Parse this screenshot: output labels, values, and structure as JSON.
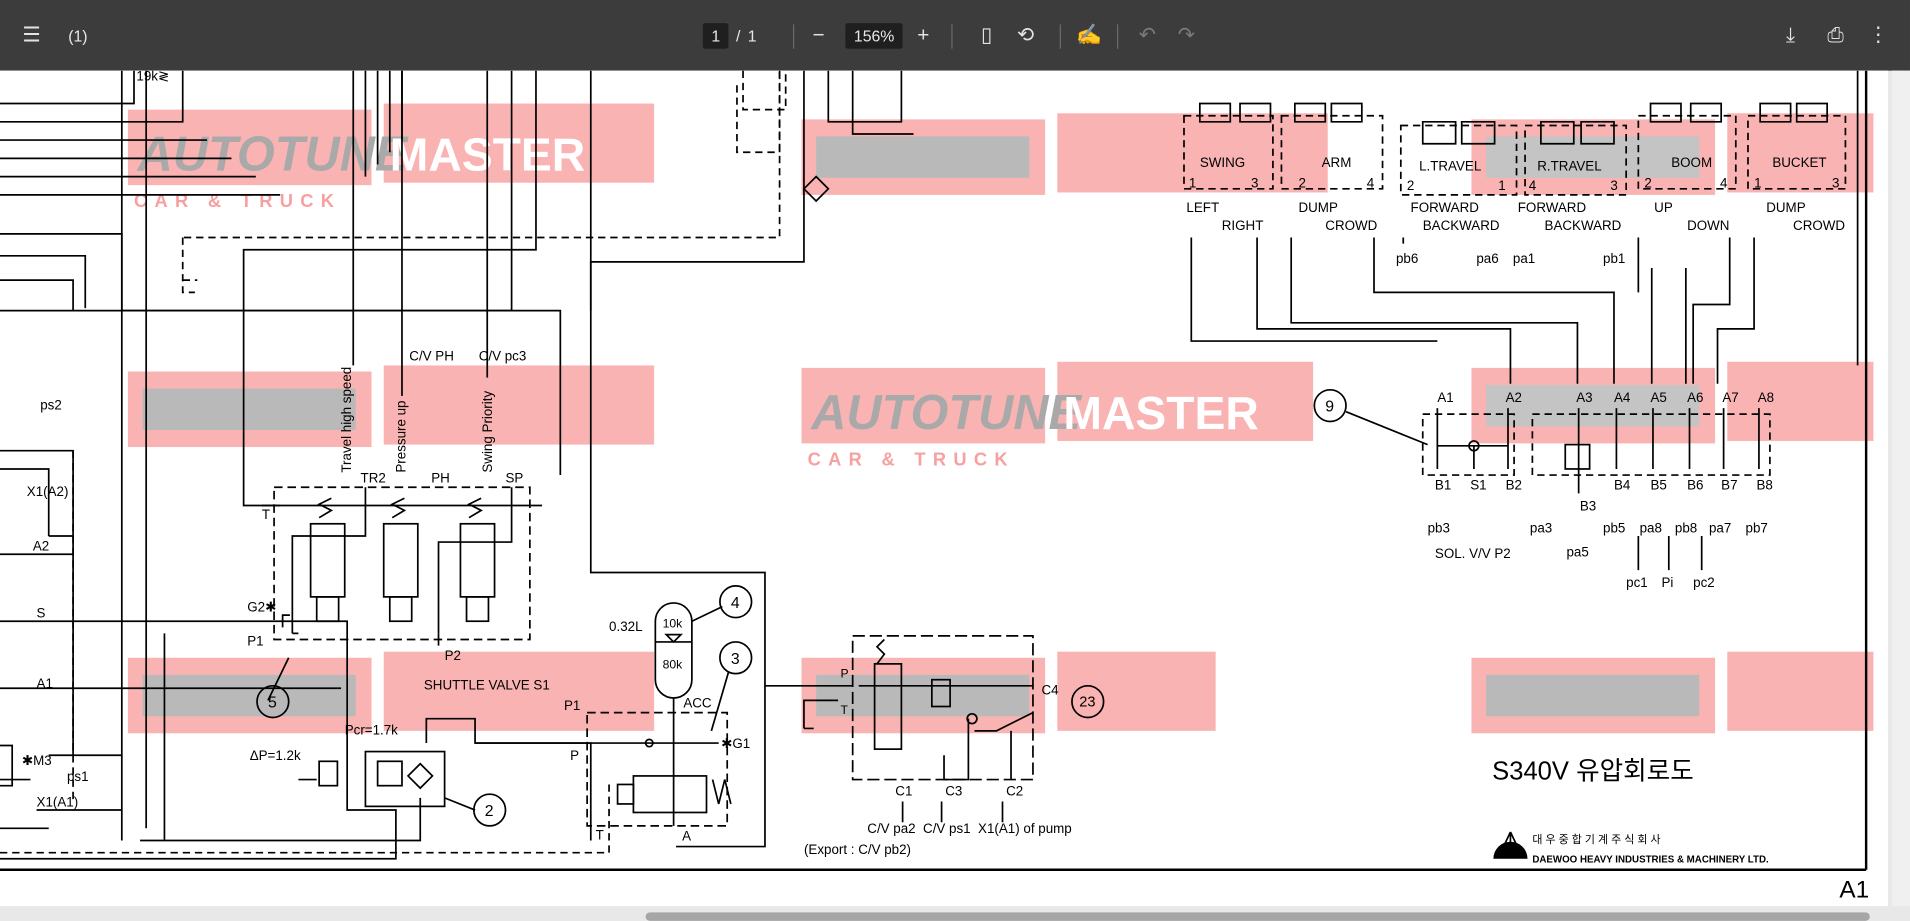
{
  "toolbar": {
    "title": "(1)",
    "page_current": "1",
    "page_sep": "/",
    "page_total": "1",
    "zoom": "156%",
    "icons": [
      "menu-icon",
      "zoom-out-icon",
      "zoom-in-icon",
      "fit-page-icon",
      "rotate-icon",
      "annotate-icon",
      "undo-icon",
      "redo-icon",
      "download-icon",
      "print-icon",
      "more-icon"
    ]
  },
  "watermark": {
    "word1": "AUTOTUNE",
    "word2": "MASTER",
    "sub": "CAR & TRUCK"
  },
  "diagram": {
    "left": {
      "r19k": "19k≷",
      "ps2": "ps2",
      "x1a2": "X1(A2)",
      "a2": "A2",
      "s": "S",
      "a1": "A1",
      "m3": "✱M3",
      "ps1": "ps1",
      "x1a1": "X1(A1)"
    },
    "solenoid": {
      "travel": "Travel high speed",
      "pressure": "Pressure up",
      "swing": "Swing Priority",
      "cvph": "C/V PH",
      "cvpc3": "C/V pc3",
      "tr2": "TR2",
      "ph": "PH",
      "sp": "SP",
      "t": "T",
      "g2": "G2✱",
      "p1": "P1",
      "p2": "P2",
      "shuttle": "SHUTTLE VALVE S1",
      "n5": "5"
    },
    "pump": {
      "pcr": "Pcr=1.7k",
      "dp": "ΔP=1.2k",
      "n2": "2",
      "vol": "0.32L",
      "k10": "10k",
      "k80": "80k",
      "n4": "4",
      "n3": "3",
      "acc": "ACC",
      "p1": "P1",
      "p": "P",
      "g1": "✱G1",
      "t": "T",
      "a": "A"
    },
    "center": {
      "p": "P",
      "t": "T",
      "c4": "C4",
      "n23": "23",
      "c1": "C1",
      "c3": "C3",
      "c2": "C2",
      "dest": "C/V pa2  C/V ps1  X1(A1) of pump",
      "export": "(Export : C/V pb2)"
    },
    "top": {
      "sections": [
        "SWING",
        "ARM",
        "L.TRAVEL",
        "R.TRAVEL",
        "BOOM",
        "BUCKET"
      ],
      "ports": [
        "1",
        "3",
        "2",
        "4",
        "2",
        "1",
        "4",
        "3",
        "2",
        "4",
        "1",
        "3"
      ],
      "dirs": [
        "LEFT",
        "RIGHT",
        "DUMP",
        "CROWD",
        "FORWARD",
        "BACKWARD",
        "FORWARD",
        "BACKWARD",
        "UP",
        "DOWN",
        "DUMP",
        "CROWD"
      ],
      "pilots": [
        "pb6",
        "pa6",
        "pa1",
        "pb1"
      ]
    },
    "block": {
      "n9": "9",
      "a": [
        "A1",
        "A2",
        "A3",
        "A4",
        "A5",
        "A6",
        "A7",
        "A8"
      ],
      "b": [
        "B1",
        "S1",
        "B2",
        "B3",
        "B4",
        "B5",
        "B6",
        "B7",
        "B8"
      ],
      "lines": [
        "pb3",
        "pa3",
        "SOL. V/V P2",
        "pa5",
        "pb5",
        "pa8",
        "pb8",
        "pa7",
        "pb7",
        "pc1",
        "Pi",
        "pc2"
      ]
    },
    "title": "S340V 유압회로도",
    "company_kr": "대 우 중 합 기 계 주 식 회 사",
    "company_en": "DAEWOO HEAVY INDUSTRIES & MACHINERY LTD.",
    "sheet": "A1"
  }
}
